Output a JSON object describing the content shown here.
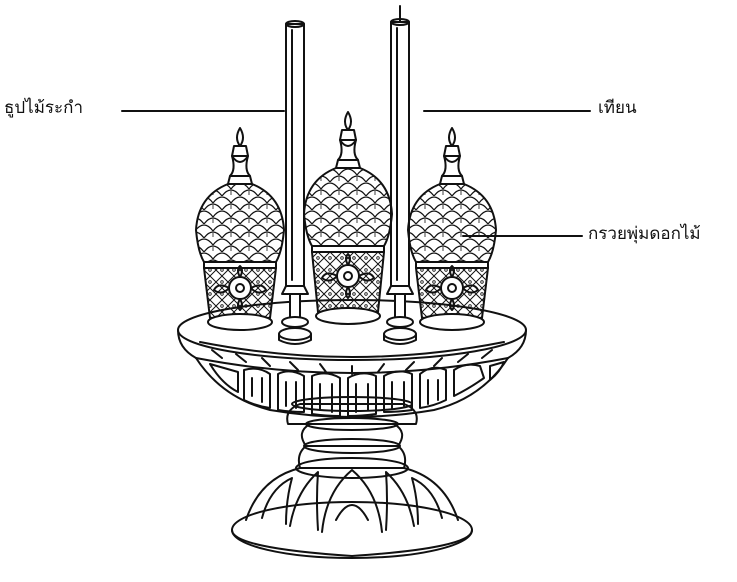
{
  "labels": {
    "incense_stick": "ธูปไม้ระกำ",
    "candle": "เทียน",
    "flower_cone": "กรวยพุ่มดอกไม้"
  },
  "colors": {
    "line": "#111111",
    "background": "#ffffff"
  }
}
